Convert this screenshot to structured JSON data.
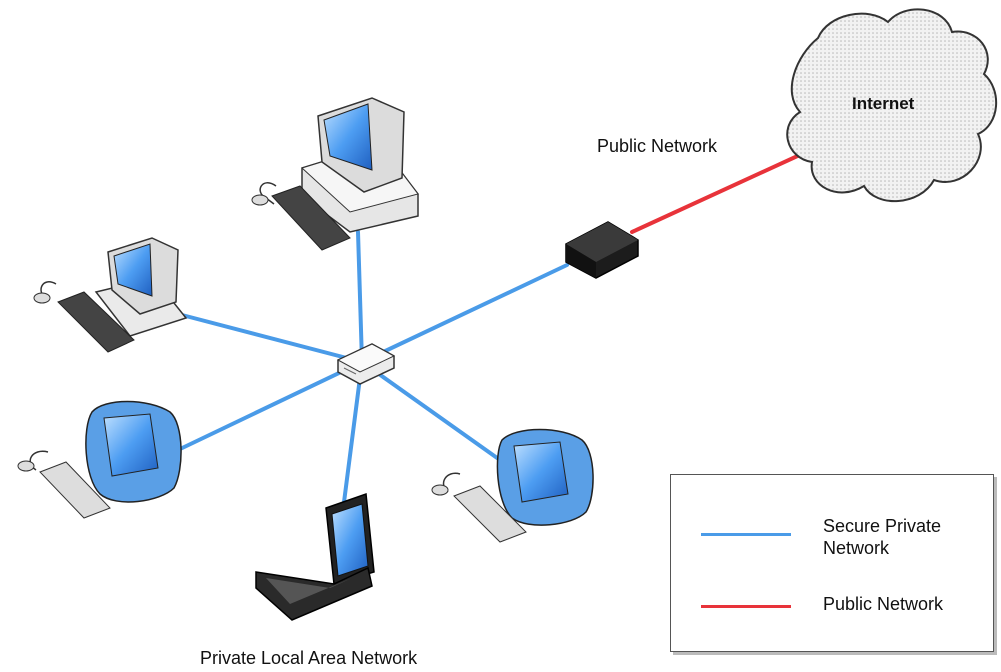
{
  "diagram": {
    "cloud_label": "Internet",
    "public_network_label": "Public Network",
    "lan_label": "Private Local Area Network"
  },
  "legend": {
    "items": [
      {
        "label": "Secure Private Network",
        "color": "#4a9be8"
      },
      {
        "label": "Public Network",
        "color": "#e8333a"
      }
    ]
  },
  "colors": {
    "private_link": "#4a9be8",
    "public_link": "#e8333a",
    "screen": "#3c8ef0"
  }
}
